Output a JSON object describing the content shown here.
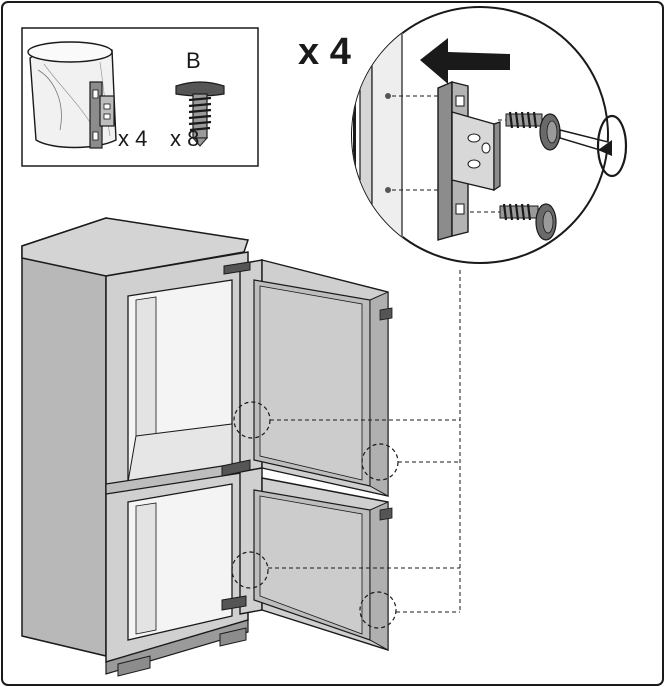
{
  "parts_box": {
    "part_b_letter": "B",
    "bracket_qty": "x 4",
    "screw_qty": "x 8"
  },
  "detail": {
    "repeat_label": "x 4"
  },
  "icons": [
    "parts-bag-icon",
    "bracket-icon",
    "screw-b-icon",
    "arrow-left-icon",
    "screwdriver-icon",
    "rotation-arrow-icon"
  ],
  "colors": {
    "line": "#1a1a1a",
    "panel": "#bdbdbd",
    "panel_dark": "#8c8c8c",
    "panel_light": "#e2e2e2",
    "inner": "#f2f2f2"
  }
}
